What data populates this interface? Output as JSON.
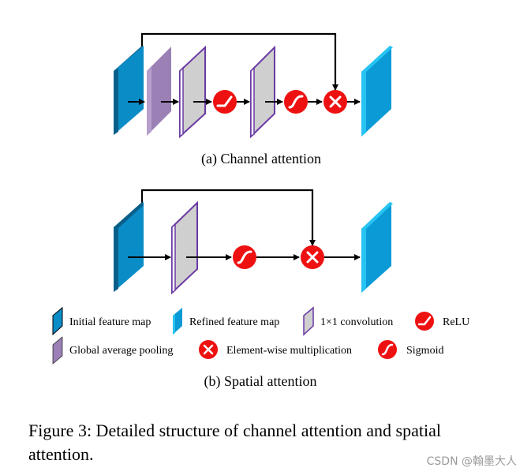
{
  "diagram": {
    "channel_caption": "(a)  Channel attention",
    "spatial_caption": "(b)  Spatial attention",
    "legend": {
      "initial_feature_map": "Initial feature map",
      "refined_feature_map": "Refined feature map",
      "conv_1x1": "1×1 convolution",
      "relu": "ReLU",
      "global_average_pooling": "Global average pooling",
      "element_wise_multiplication": "Element-wise multiplication",
      "sigmoid": "Sigmoid"
    },
    "figure_caption_line1": "Figure 3: Detailed structure of channel attention and spatial",
    "figure_caption_line2": "attention.",
    "watermark": "CSDN @翰墨大人"
  },
  "colors": {
    "initial_front": "#0a8dc7",
    "initial_side": "#0a5f8a",
    "refined_front": "#0a9ad6",
    "refined_side": "#27c3f2",
    "pool_front": "#9b80b6",
    "pool_side": "#b69fcc",
    "conv_front": "#cfcfcf",
    "conv_border": "#6a3aa3",
    "op_red": "#ee1111"
  }
}
